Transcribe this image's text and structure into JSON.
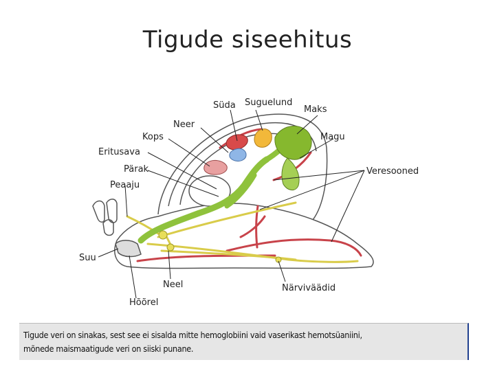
{
  "title": "Tigude siseehitus",
  "labels": {
    "syda": "Süda",
    "suguelund": "Suguelund",
    "maks": "Maks",
    "neer": "Neer",
    "kops": "Kops",
    "magu": "Magu",
    "eritusava": "Eritusava",
    "parak": "Pärak",
    "veresooned": "Veresooned",
    "peaaju": "Peaaju",
    "suu": "Suu",
    "neel": "Neel",
    "narvivaadid": "Närviväädid",
    "hoorel": "Hõõrel"
  },
  "caption": {
    "line1": "Tigude veri on sinakas, sest see ei sisalda mitte hemoglobiini vaid vaserikast hemotsüaniini,",
    "line2": "mõnede maismaatigude veri on siiski punane."
  },
  "colors": {
    "blood_vessel": "#c8434a",
    "nerve": "#d9cc4a",
    "gut": "#8fc23c",
    "liver": "#86b82e",
    "gonad": "#f2b83a",
    "kidney": "#5a8fd6",
    "outline": "#555555",
    "caption_border": "#1f3f8f"
  }
}
